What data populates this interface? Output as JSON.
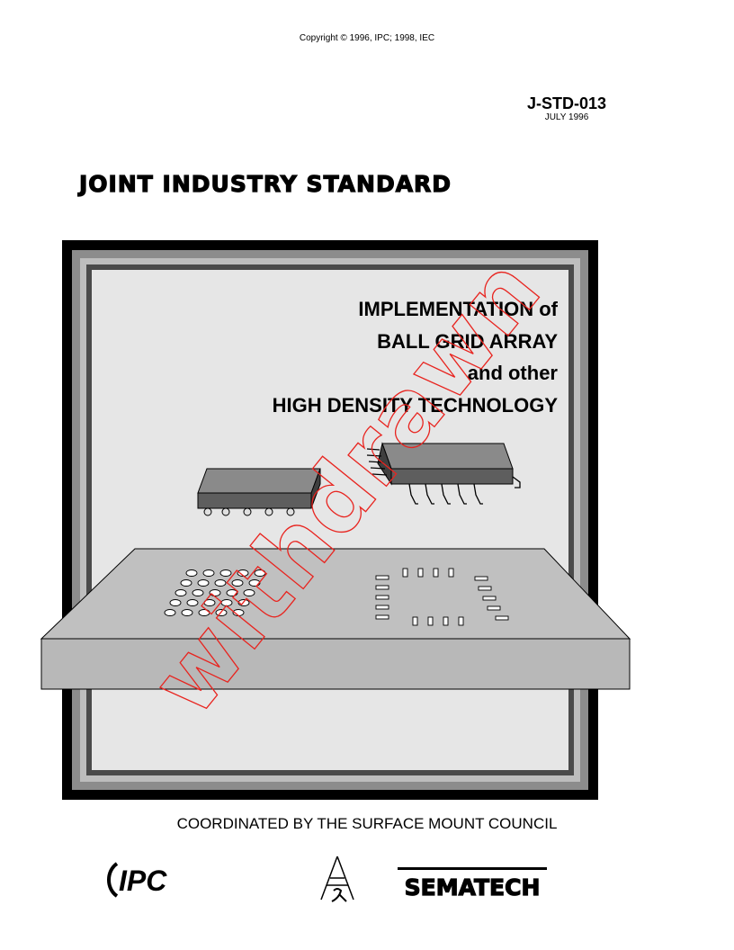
{
  "copyright": "Copyright © 1996, IPC; 1998, IEC",
  "document": {
    "number": "J-STD-013",
    "date": "JULY 1996"
  },
  "heading": "JOINT INDUSTRY STANDARD",
  "cover_title": {
    "line1": "IMPLEMENTATION of",
    "line2": "BALL GRID ARRAY",
    "line3": "and other",
    "line4": "HIGH DENSITY TECHNOLOGY"
  },
  "watermark": "withdrawn",
  "coordinated_by": "COORDINATED BY THE SURFACE MOUNT COUNCIL",
  "logos": {
    "ipc": "IPC",
    "sematech": "SEMATECH"
  },
  "colors": {
    "frame_outer": "#000000",
    "frame_mid": "#8c8c8c",
    "frame_light": "#bdbdbd",
    "panel": "#e6e6e6",
    "board": "#c0c0c0",
    "chip": "#6e6e6e",
    "watermark": "#e8241f"
  }
}
